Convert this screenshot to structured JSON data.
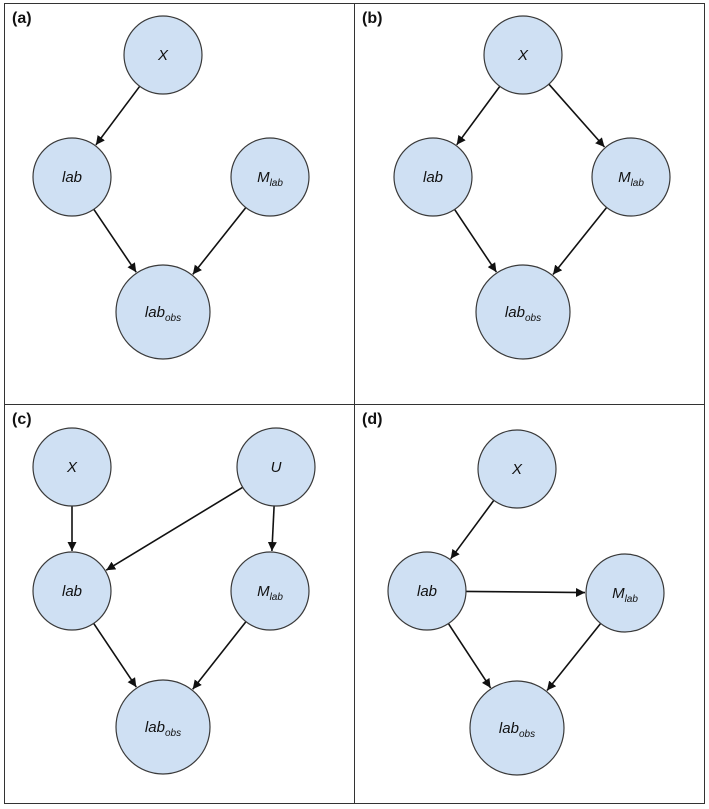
{
  "panels": [
    {
      "letter": "(a)",
      "nodes": [
        {
          "id": "X",
          "label": "X",
          "sub": ""
        },
        {
          "id": "lab",
          "label": "lab",
          "sub": ""
        },
        {
          "id": "Mlab",
          "label": "M",
          "sub": "lab"
        },
        {
          "id": "labobs",
          "label": "lab",
          "sub": "obs"
        }
      ],
      "edges": [
        [
          "X",
          "lab"
        ],
        [
          "lab",
          "labobs"
        ],
        [
          "Mlab",
          "labobs"
        ]
      ]
    },
    {
      "letter": "(b)",
      "nodes": [
        {
          "id": "X",
          "label": "X",
          "sub": ""
        },
        {
          "id": "lab",
          "label": "lab",
          "sub": ""
        },
        {
          "id": "Mlab",
          "label": "M",
          "sub": "lab"
        },
        {
          "id": "labobs",
          "label": "lab",
          "sub": "obs"
        }
      ],
      "edges": [
        [
          "X",
          "lab"
        ],
        [
          "X",
          "Mlab"
        ],
        [
          "lab",
          "labobs"
        ],
        [
          "Mlab",
          "labobs"
        ]
      ]
    },
    {
      "letter": "(c)",
      "nodes": [
        {
          "id": "X",
          "label": "X",
          "sub": ""
        },
        {
          "id": "U",
          "label": "U",
          "sub": ""
        },
        {
          "id": "lab",
          "label": "lab",
          "sub": ""
        },
        {
          "id": "Mlab",
          "label": "M",
          "sub": "lab"
        },
        {
          "id": "labobs",
          "label": "lab",
          "sub": "obs"
        }
      ],
      "edges": [
        [
          "X",
          "lab"
        ],
        [
          "U",
          "lab"
        ],
        [
          "U",
          "Mlab"
        ],
        [
          "lab",
          "labobs"
        ],
        [
          "Mlab",
          "labobs"
        ]
      ]
    },
    {
      "letter": "(d)",
      "nodes": [
        {
          "id": "X",
          "label": "X",
          "sub": ""
        },
        {
          "id": "lab",
          "label": "lab",
          "sub": ""
        },
        {
          "id": "Mlab",
          "label": "M",
          "sub": "lab"
        },
        {
          "id": "labobs",
          "label": "lab",
          "sub": "obs"
        }
      ],
      "edges": [
        [
          "X",
          "lab"
        ],
        [
          "lab",
          "Mlab"
        ],
        [
          "lab",
          "labobs"
        ],
        [
          "Mlab",
          "labobs"
        ]
      ]
    }
  ],
  "colors": {
    "node_fill": "#cfe0f3",
    "node_stroke": "#3a3a3a",
    "edge": "#111111"
  }
}
